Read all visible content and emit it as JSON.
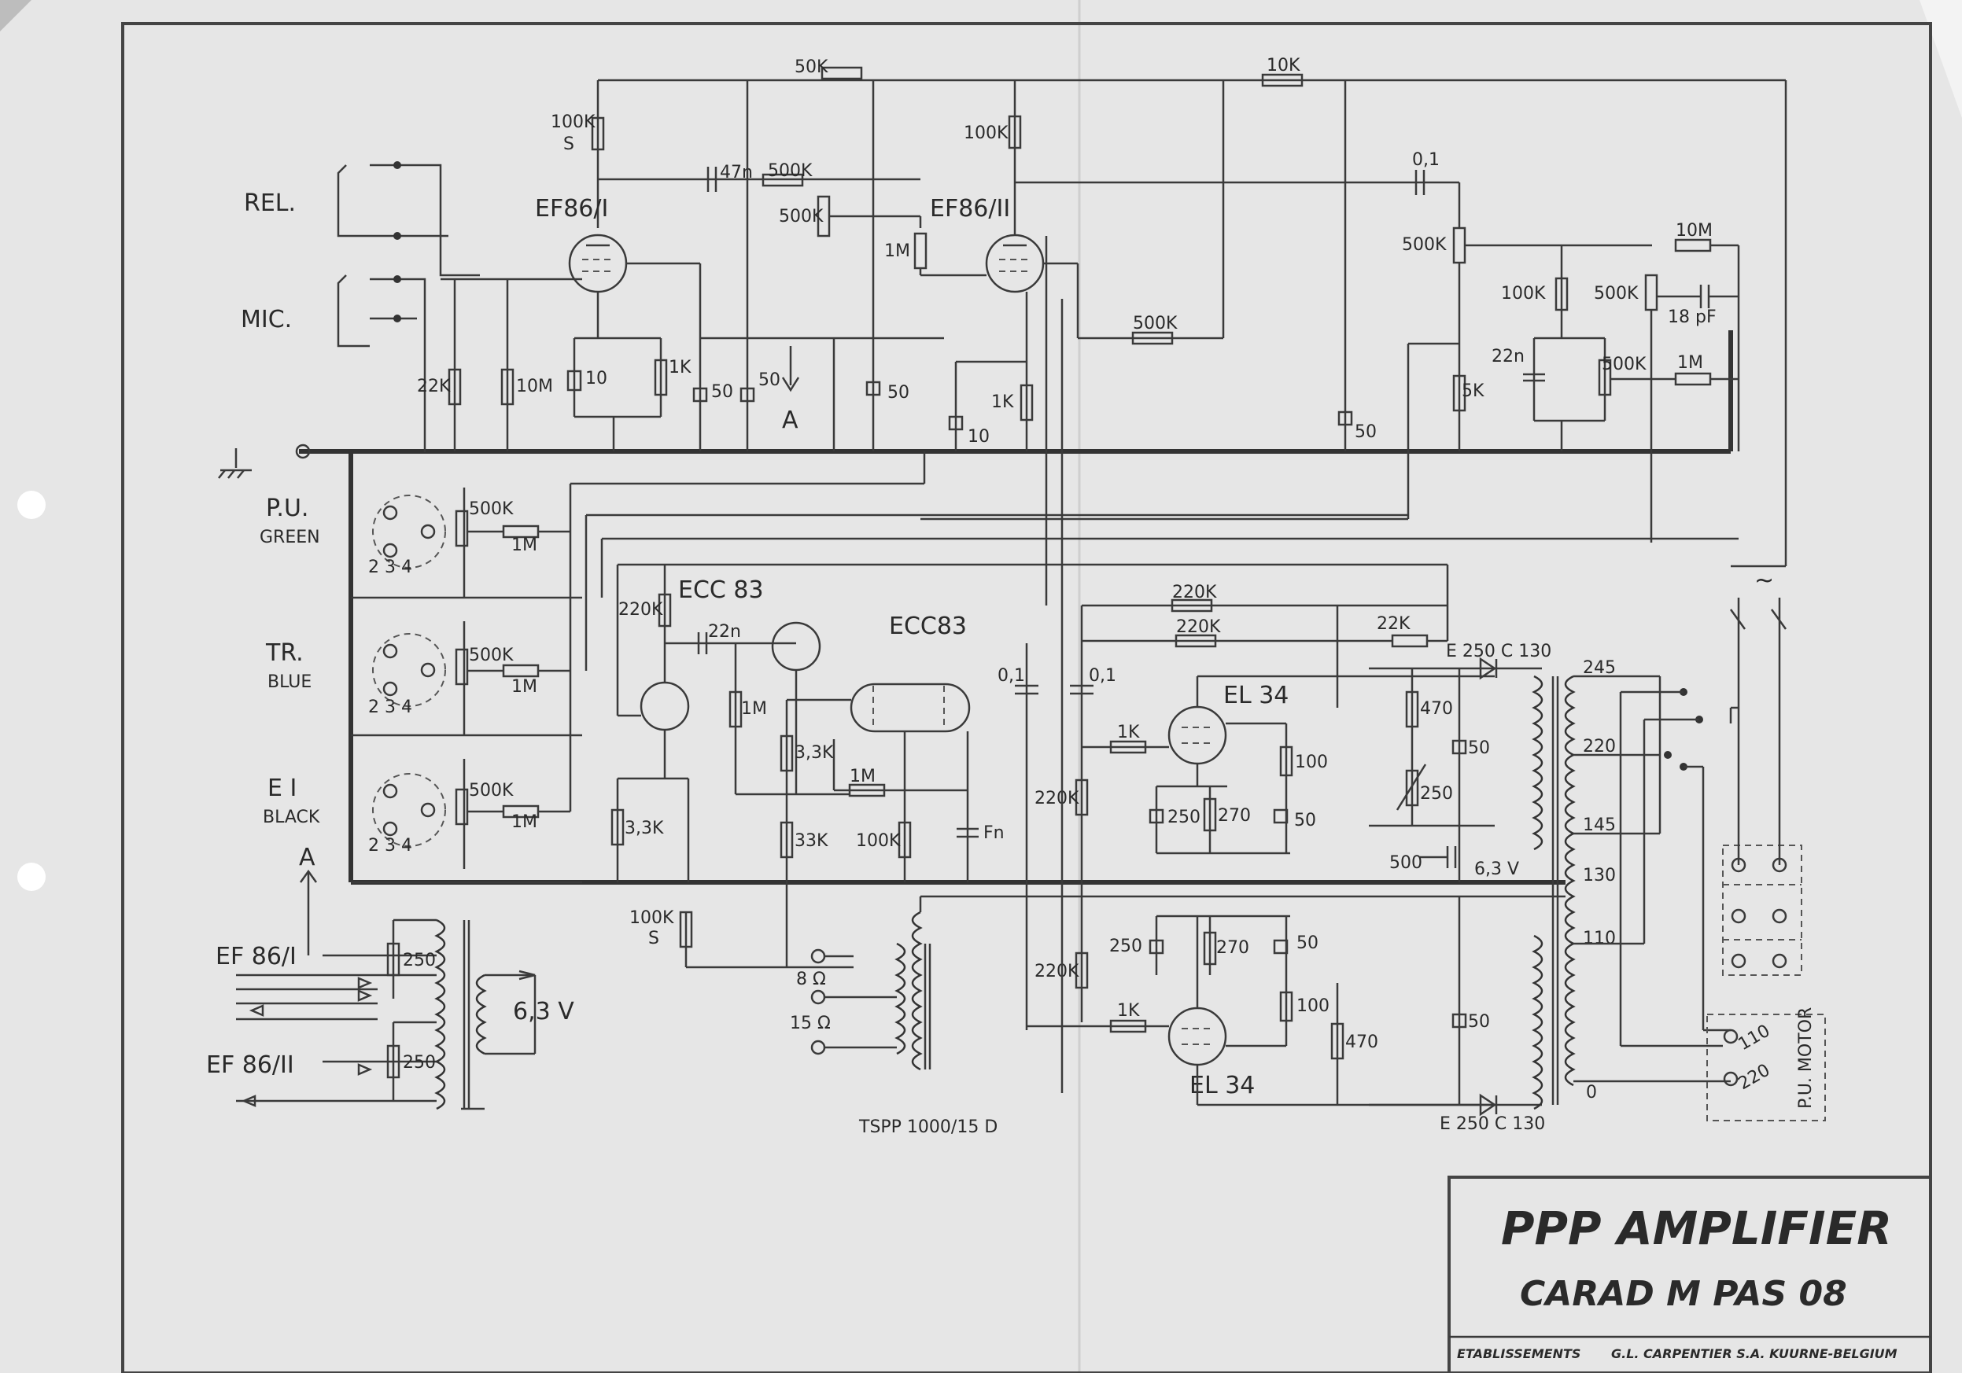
{
  "title_block": {
    "title": "PPP AMPLIFIER",
    "model": "CARAD M PAS 08",
    "maker_prefix": "ETABLISSEMENTS",
    "maker": "G.L. CARPENTIER S.A. KUURNE-BELGIUM"
  },
  "inputs": {
    "rel": "REL.",
    "mic": "MIC.",
    "pu": "P.U.",
    "pu_color": "GREEN",
    "tr": "TR.",
    "tr_color": "BLUE",
    "ei": "E I",
    "ei_color": "BLACK",
    "pin_labels": "2  3  4"
  },
  "tubes": {
    "v1": "EF86/I",
    "v2": "EF86/II",
    "v3": "ECC 83",
    "v4": "ECC83",
    "v5": "EL 34",
    "v6": "EL 34"
  },
  "components": {
    "r_50k": "50K",
    "r_10k_top": "10K",
    "r_100k_s": "100K",
    "s_label": "S",
    "c_47n": "47n",
    "r_500k_a": "500K",
    "p_500k_b": "500K",
    "r_100k_v2": "100K",
    "r_1m_v2": "1M",
    "c_01_top": "0,1",
    "p_500k_tone": "500K",
    "r_10m_fb": "10M",
    "r_100k_tone": "100K",
    "p_500k_tone2": "500K",
    "c_18pf": "18 pF",
    "c_22n_tone": "22n",
    "p_500k_tone3": "500K",
    "r_1m_tone": "1M",
    "r_5k": "5K",
    "r_22k_in": "22K",
    "r_10m_in": "10M",
    "c_10_v1": "10",
    "r_1k_v1": "1K",
    "c_50_a": "50",
    "c_50_b": "50",
    "c_50_c": "50",
    "node_a": "A",
    "r_500k_mid": "500K",
    "r_1k_v2": "1K",
    "c_10_v2": "10",
    "c_50_d": "50",
    "p_500k_pu": "500K",
    "r_1m_pu": "1M",
    "p_500k_tr": "500K",
    "r_1m_tr": "1M",
    "p_500k_ei": "500K",
    "r_1m_ei": "1M",
    "r_220k_ecc": "220K",
    "c_22n_ecc": "22n",
    "r_1m_ecc": "1M",
    "r_33k_small": "3,3K",
    "r_33k_cath": "3,3K",
    "r_1m_pi": "1M",
    "r_33k_tail": "33K",
    "r_100k_pi": "100K",
    "c_fn": "Fn",
    "c_01_pi_a": "0,1",
    "c_01_pi_b": "0,1",
    "r_220k_g1": "220K",
    "r_220k_g2": "220K",
    "r_22k_hv": "22K",
    "r_220k_grid1": "220K",
    "r_220k_grid2": "220K",
    "r_1k_g_top": "1K",
    "r_1k_g_bot": "1K",
    "c_250_top": "250",
    "r_270_top": "270",
    "r_100_top": "100",
    "c_50_scr_top": "50",
    "r_470_top": "470",
    "c_50_psu_top": "50",
    "p_250": "250",
    "c_500": "500",
    "v_63_main": "6,3 V",
    "c_250_bot": "250",
    "r_270_bot": "270",
    "c_50_scr_bot": "50",
    "r_100_bot": "100",
    "r_470_bot": "470",
    "c_50_psu_bot": "50",
    "diode_top": "E 250 C 130",
    "diode_bot": "E 250 C 130",
    "tap_245": "245",
    "tap_220": "220",
    "tap_145": "145",
    "tap_130": "130",
    "tap_110": "110",
    "tap_0": "0",
    "mains": "~",
    "motor_110": "110",
    "motor_220": "220",
    "motor_label": "P.U. MOTOR",
    "heater_a": "A",
    "heater_v1": "EF 86/I",
    "heater_v2": "EF 86/II",
    "hum_250_a": "250",
    "hum_250_b": "250",
    "heater_63": "6,3 V",
    "r_100k_s_out": "100K",
    "out_8": "8 Ω",
    "out_15": "15 Ω",
    "output_tx": "TSPP 1000/15 D"
  }
}
